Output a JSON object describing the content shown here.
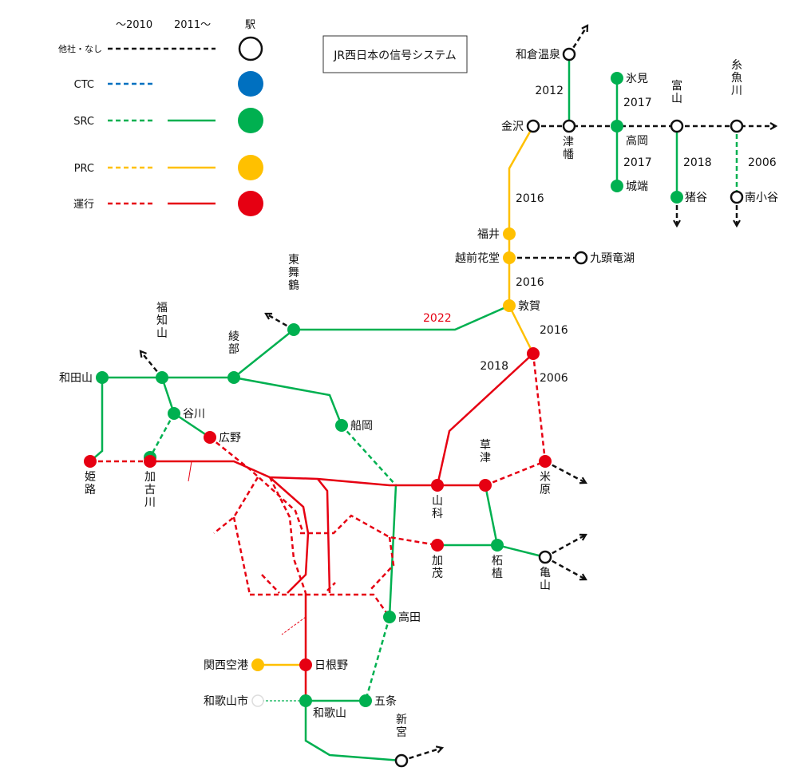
{
  "title": "JR西日本の信号システム",
  "colors": {
    "other": "#111111",
    "ctc": "#0070C0",
    "src": "#00B050",
    "prc": "#FFC000",
    "run": "#E60012",
    "faint": "#dddddd"
  },
  "legend": {
    "col_before": "～2010",
    "col_after": "2011～",
    "col_station": "駅",
    "rows": [
      {
        "key": "other",
        "label": "他社・なし"
      },
      {
        "key": "ctc",
        "label": "CTC"
      },
      {
        "key": "src",
        "label": "SRC"
      },
      {
        "key": "prc",
        "label": "PRC"
      },
      {
        "key": "run",
        "label": "運行"
      }
    ]
  },
  "stations": {
    "wakura": "和倉温泉",
    "kanazawa": "金沢",
    "tsubata": "津幡",
    "himi": "氷見",
    "takaoka": "高岡",
    "johana": "城端",
    "toyama": "富山",
    "inotani": "猪谷",
    "itoigawa": "糸魚川",
    "minamiotari": "南小谷",
    "fukui": "福井",
    "echizen": "越前花堂",
    "kuzuryuko": "九頭竜湖",
    "tsuruga": "敦賀",
    "higashimaizuru": "東舞鶴",
    "fukuchiyama": "福知山",
    "wadayama": "和田山",
    "ayabe": "綾部",
    "tanigawa": "谷川",
    "hirono": "広野",
    "funaoka": "船岡",
    "himeji": "姫路",
    "kakogawa": "加古川",
    "yamashina": "山科",
    "kusatsu": "草津",
    "maibara": "米原",
    "kamo": "加茂",
    "tsuge": "柘植",
    "kameyama": "亀山",
    "takada": "高田",
    "kansai_airport": "関西空港",
    "hineno": "日根野",
    "wakayamashi": "和歌山市",
    "wakayama": "和歌山",
    "gojo": "五条",
    "shingu": "新宮"
  },
  "years": {
    "y2012": "2012",
    "y2017a": "2017",
    "y2017b": "2017",
    "y2018a": "2018",
    "y2006a": "2006",
    "y2016a": "2016",
    "y2016b": "2016",
    "y2016c": "2016",
    "y2022": "2022",
    "y2018b": "2018",
    "y2006b": "2006"
  }
}
